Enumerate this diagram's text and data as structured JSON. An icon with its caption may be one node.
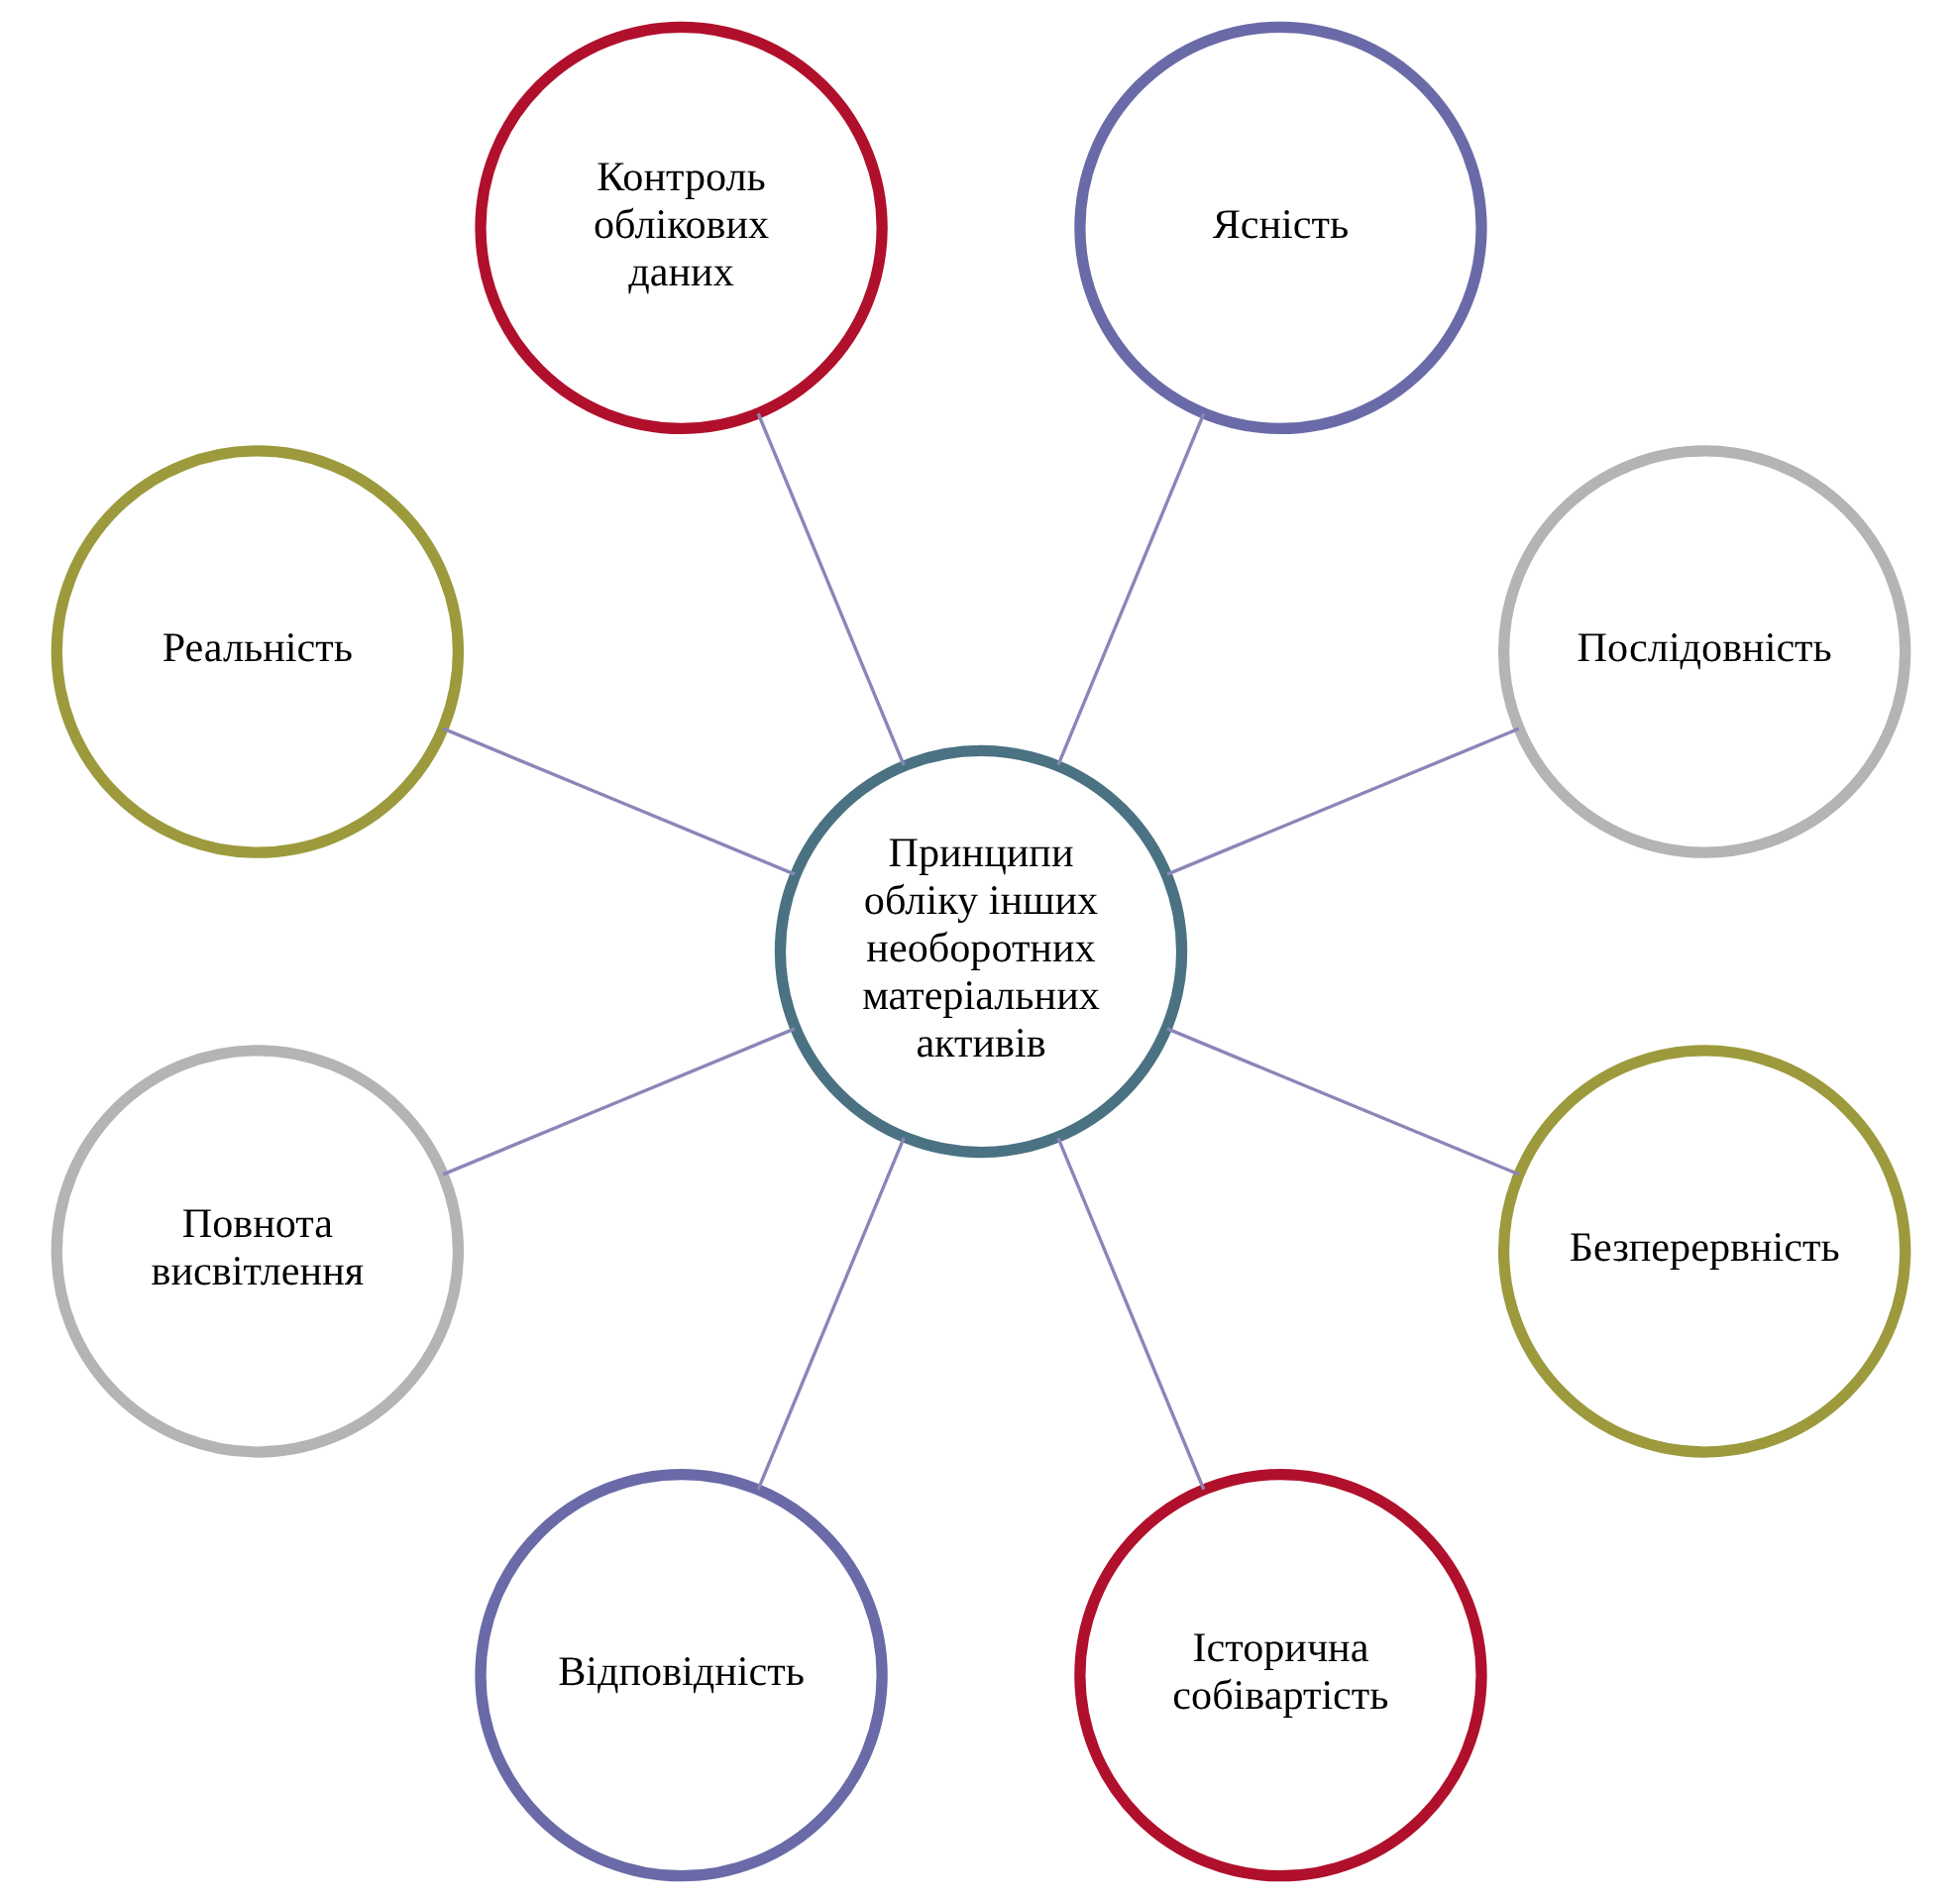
{
  "diagram": {
    "nodes": [
      {
        "text": [
          "Принципи обліку інших необоротних матеріальних активів"
        ]
      },
      {
        "text": [
          "Послідовність"
        ]
      },
      {
        "text": [
          "Ясність"
        ]
      },
      {
        "text": [
          "Контроль облікових даних"
        ]
      },
      {
        "text": [
          "Реальність"
        ]
      },
      {
        "text": [
          "Повнота висвітлення"
        ]
      },
      {
        "text": [
          "Відповідність"
        ]
      },
      {
        "text": [
          "Історична собівартість"
        ]
      },
      {
        "text": [
          "Безперервність"
        ]
      }
    ],
    "edges": [
      {
        "from": 0,
        "to": 1,
        "arrow": "none"
      },
      {
        "from": 0,
        "to": 2,
        "arrow": "none"
      },
      {
        "from": 0,
        "to": 3,
        "arrow": "none"
      },
      {
        "from": 0,
        "to": 4,
        "arrow": "none"
      },
      {
        "from": 0,
        "to": 5,
        "arrow": "none"
      },
      {
        "from": 0,
        "to": 6,
        "arrow": "none"
      },
      {
        "from": 0,
        "to": 7,
        "arrow": "none"
      },
      {
        "from": 0,
        "to": 8,
        "arrow": "none"
      }
    ]
  }
}
